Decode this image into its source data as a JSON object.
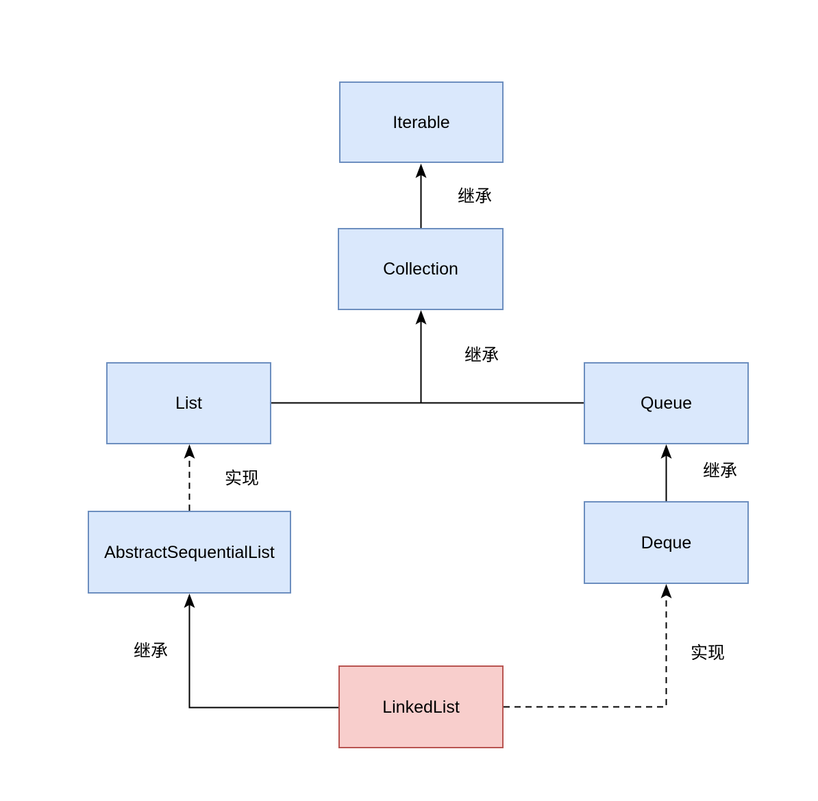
{
  "diagram": {
    "type": "class-hierarchy",
    "background": "#ffffff",
    "line_color": "#000000",
    "nodes": {
      "iterable": {
        "label": "Iterable",
        "fill": "#dae8fc",
        "border": "#6c8ebf"
      },
      "collection": {
        "label": "Collection",
        "fill": "#dae8fc",
        "border": "#6c8ebf"
      },
      "list": {
        "label": "List",
        "fill": "#dae8fc",
        "border": "#6c8ebf"
      },
      "queue": {
        "label": "Queue",
        "fill": "#dae8fc",
        "border": "#6c8ebf"
      },
      "abstract_sequential_list": {
        "label": "AbstractSequentialList",
        "fill": "#dae8fc",
        "border": "#6c8ebf"
      },
      "deque": {
        "label": "Deque",
        "fill": "#dae8fc",
        "border": "#6c8ebf"
      },
      "linked_list": {
        "label": "LinkedList",
        "fill": "#f8cecc",
        "border": "#b85450"
      }
    },
    "edges": [
      {
        "from": "Collection",
        "to": "Iterable",
        "label": "继承",
        "style": "solid"
      },
      {
        "from": "List/Queue",
        "to": "Collection",
        "label": "继承",
        "style": "solid"
      },
      {
        "from": "AbstractSequentialList",
        "to": "List",
        "label": "实现",
        "style": "dashed"
      },
      {
        "from": "Deque",
        "to": "Queue",
        "label": "继承",
        "style": "solid"
      },
      {
        "from": "LinkedList",
        "to": "AbstractSequentialList",
        "label": "继承",
        "style": "solid"
      },
      {
        "from": "LinkedList",
        "to": "Deque",
        "label": "实现",
        "style": "dashed"
      }
    ]
  }
}
